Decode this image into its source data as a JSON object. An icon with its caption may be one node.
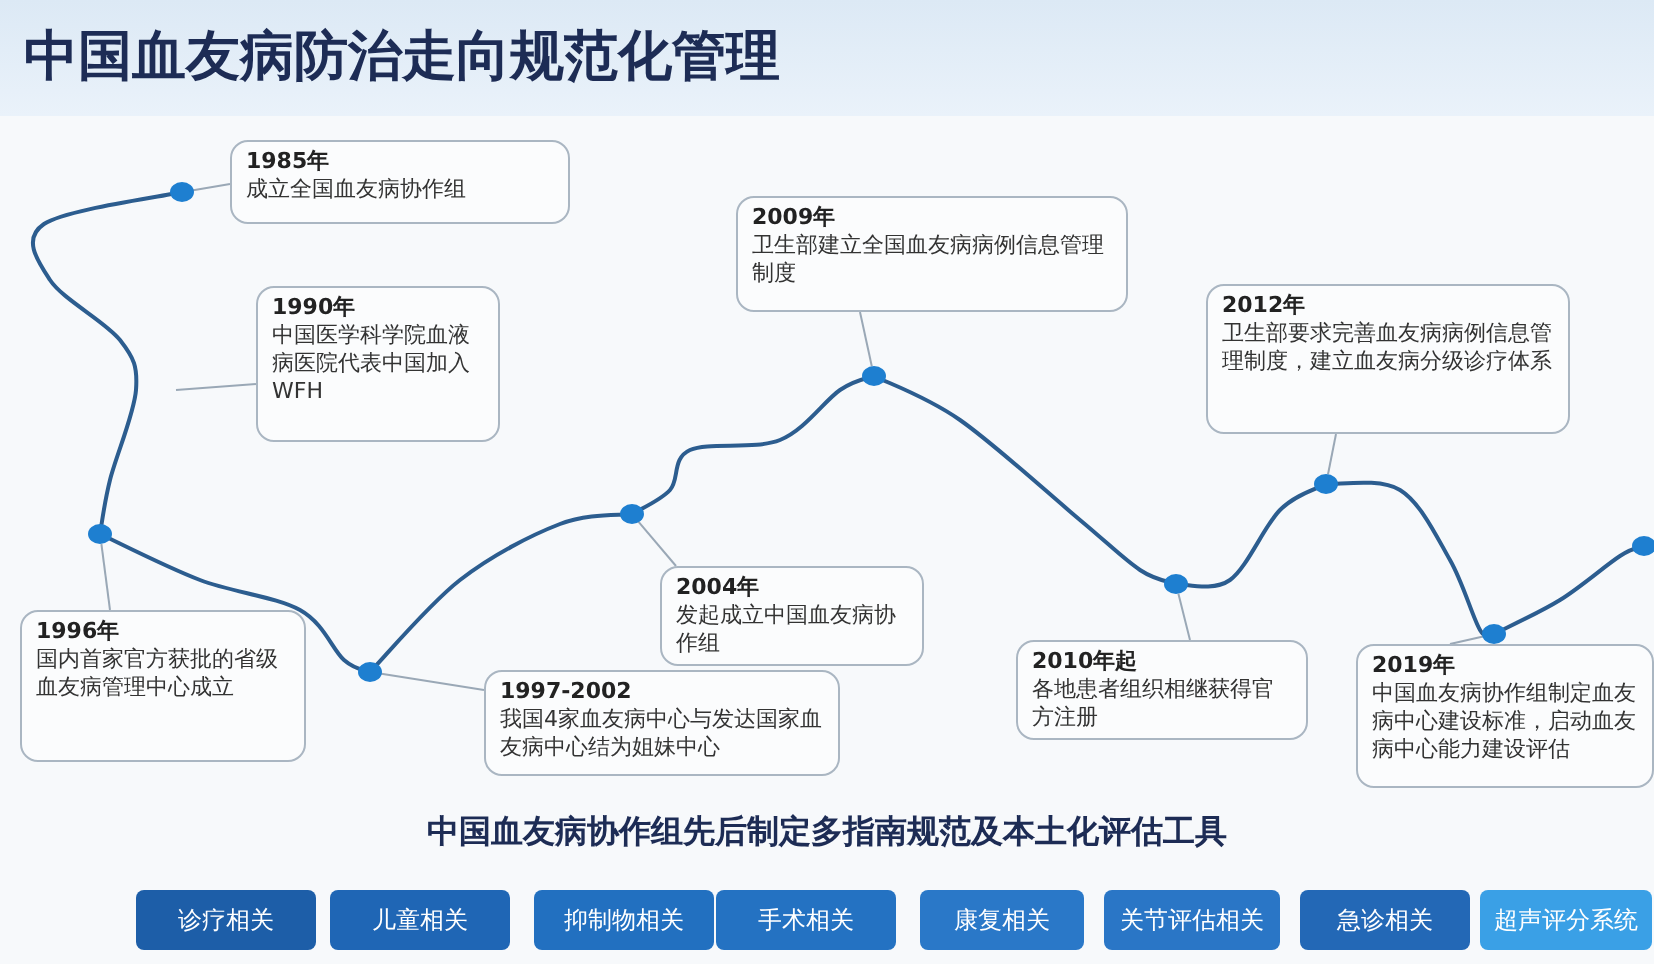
{
  "diagram": {
    "title": "中国血友病防治走向规范化管理",
    "nodes": [
      {
        "text": [
          "1985年",
          "成立全国血友病协作组"
        ]
      },
      {
        "text": [
          "1990年",
          "中国医学科学院血液病医院代表中国加入WFH"
        ]
      },
      {
        "text": [
          "1996年",
          "国内首家官方获批的省级血友病管理中心成立"
        ]
      },
      {
        "text": [
          "1997-2002",
          "我国4家血友病中心与发达国家血友病中心结为姐妹中心"
        ]
      },
      {
        "text": [
          "2004年",
          "发起成立中国血友病协作组"
        ]
      },
      {
        "text": [
          "2009年",
          "卫生部建立全国血友病病例信息管理制度"
        ]
      },
      {
        "text": [
          "2010年起",
          "各地患者组织相继获得官方注册"
        ]
      },
      {
        "text": [
          "2012年",
          "卫生部要求完善血友病病例信息管理制度，建立血友病分级诊疗体系"
        ]
      },
      {
        "text": [
          "2019年",
          "中国血友病协作组制定血友病中心建设标准，启动血友病中心能力建设评估"
        ]
      },
      {
        "text": [],
        "shape": "circle"
      },
      {
        "text": [],
        "shape": "circle"
      },
      {
        "text": [],
        "shape": "circle"
      },
      {
        "text": [],
        "shape": "circle"
      },
      {
        "text": [],
        "shape": "circle"
      },
      {
        "text": [],
        "shape": "circle"
      },
      {
        "text": [],
        "shape": "circle"
      },
      {
        "text": [],
        "shape": "circle"
      },
      {
        "text": [],
        "shape": "circle"
      },
      {
        "text": [
          "诊疗相关"
        ]
      },
      {
        "text": [
          "儿童相关"
        ]
      },
      {
        "text": [
          "抑制物相关"
        ]
      },
      {
        "text": [
          "手术相关"
        ]
      },
      {
        "text": [
          "康复相关"
        ]
      },
      {
        "text": [
          "关节评估相关"
        ]
      },
      {
        "text": [
          "急诊相关"
        ]
      },
      {
        "text": [
          "超声评分系统"
        ]
      }
    ],
    "edges": [
      {
        "from": 9,
        "to": 10,
        "arrow": "none",
        "color": "#2c5d8f"
      },
      {
        "from": 10,
        "to": 11,
        "arrow": "none",
        "color": "#2c5d8f"
      },
      {
        "from": 11,
        "to": 12,
        "arrow": "none",
        "color": "#2c5d8f"
      },
      {
        "from": 12,
        "to": 13,
        "arrow": "none",
        "color": "#2c5d8f"
      },
      {
        "from": 13,
        "to": 14,
        "arrow": "none",
        "color": "#2c5d8f"
      },
      {
        "from": 14,
        "to": 15,
        "arrow": "none",
        "color": "#2c5d8f"
      },
      {
        "from": 15,
        "to": 16,
        "arrow": "none",
        "color": "#2c5d8f"
      },
      {
        "from": 16,
        "to": 17,
        "arrow": "none",
        "color": "#2c5d8f"
      },
      {
        "from": 0,
        "to": 9,
        "arrow": "none"
      },
      {
        "from": 1,
        "to": null,
        "arrow": "none"
      },
      {
        "from": 2,
        "to": 10,
        "arrow": "none"
      },
      {
        "from": 3,
        "to": 11,
        "arrow": "none"
      },
      {
        "from": 4,
        "to": 12,
        "arrow": "none"
      },
      {
        "from": 5,
        "to": 13,
        "arrow": "none"
      },
      {
        "from": 6,
        "to": 14,
        "arrow": "none"
      },
      {
        "from": 7,
        "to": 15,
        "arrow": "none"
      },
      {
        "from": 8,
        "to": 16,
        "arrow": "none"
      }
    ],
    "labels": [
      "中国血友病协作组先后制定多指南规范及本土化评估工具"
    ]
  }
}
